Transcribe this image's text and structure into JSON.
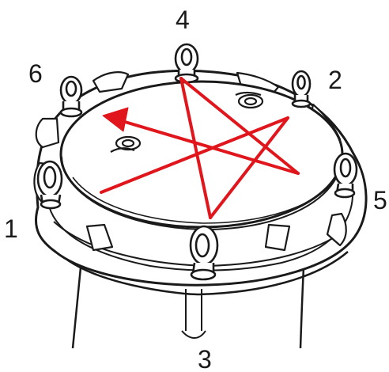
{
  "diagram": {
    "bolt_labels": {
      "b1": "1",
      "b2": "2",
      "b3": "3",
      "b4": "4",
      "b5": "5",
      "b6": "6"
    },
    "colors": {
      "line_art": "#1a1a1a",
      "sequence_arrow": "#e0161c",
      "background": "#ffffff"
    },
    "icons": {
      "eye_bolt": "eye-bolt-icon",
      "sequence_star": "star-tightening-sequence",
      "arrow": "arrowhead-icon"
    }
  }
}
